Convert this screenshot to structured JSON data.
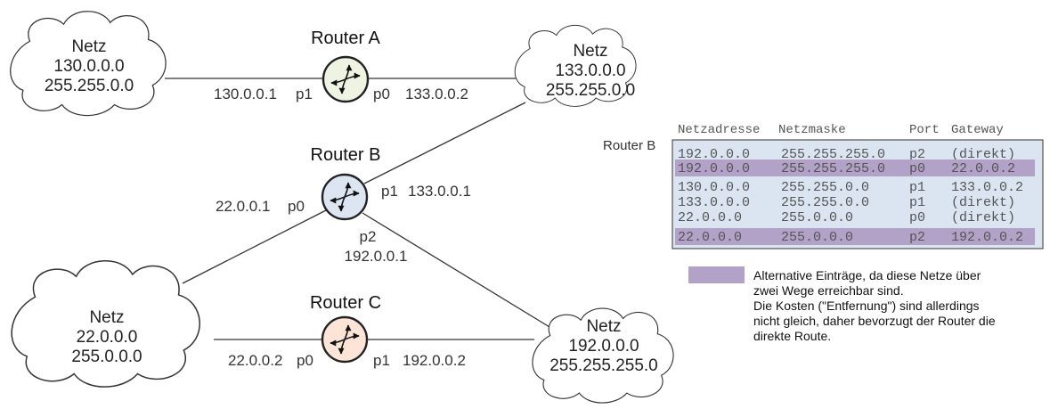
{
  "colors": {
    "highlight": "#b3a2c8",
    "table_bg": "#dbe5f1",
    "router_a": "#eef3e2",
    "router_b": "#dce6f2",
    "router_c": "#fce5d7",
    "line": "#333333"
  },
  "clouds": [
    {
      "id": "net130",
      "title": "Netz",
      "address": "130.0.0.0",
      "mask": "255.255.0.0"
    },
    {
      "id": "net133",
      "title": "Netz",
      "address": "133.0.0.0",
      "mask": "255.255.0.0"
    },
    {
      "id": "net22",
      "title": "Netz",
      "address": "22.0.0.0",
      "mask": "255.0.0.0"
    },
    {
      "id": "net192",
      "title": "Netz",
      "address": "192.0.0.0",
      "mask": "255.255.255.0"
    }
  ],
  "routers": {
    "a": {
      "title": "Router A",
      "icon": "router-icon"
    },
    "b": {
      "title": "Router B",
      "icon": "router-icon"
    },
    "c": {
      "title": "Router C",
      "icon": "router-icon"
    }
  },
  "interfaces": {
    "a_p1": {
      "ip": "130.0.0.1",
      "port": "p1"
    },
    "a_p0": {
      "port": "p0",
      "ip": "133.0.0.2"
    },
    "b_p1": {
      "port": "p1",
      "ip": "133.0.0.1"
    },
    "b_p0": {
      "ip": "22.0.0.1",
      "port": "p0"
    },
    "b_p2": {
      "port": "p2",
      "ip": "192.0.0.1"
    },
    "c_p0": {
      "ip": "22.0.0.2",
      "port": "p0"
    },
    "c_p1": {
      "port": "p1",
      "ip": "192.0.0.2"
    }
  },
  "routing_table": {
    "label": "Router B",
    "headers": [
      "Netzadresse",
      "Netzmaske",
      "Port",
      "Gateway"
    ],
    "rows": [
      {
        "cells": [
          "192.0.0.0",
          "255.255.255.0",
          "p2",
          "(direkt)"
        ],
        "highlight": false
      },
      {
        "cells": [
          "192.0.0.0",
          "255.255.255.0",
          "p0",
          "22.0.0.2"
        ],
        "highlight": true
      },
      {
        "cells": [
          "130.0.0.0",
          "255.255.0.0",
          "p1",
          "133.0.0.2"
        ],
        "highlight": false
      },
      {
        "cells": [
          "133.0.0.0",
          "255.255.0.0",
          "p1",
          "(direkt)"
        ],
        "highlight": false
      },
      {
        "cells": [
          "22.0.0.0",
          "255.0.0.0",
          "p0",
          "(direkt)"
        ],
        "highlight": false
      },
      {
        "cells": [
          "22.0.0.0",
          "255.0.0.0",
          "p2",
          "192.0.0.2"
        ],
        "highlight": true
      }
    ]
  },
  "legend": {
    "lines": [
      "Alternative Einträge, da diese Netze über",
      "zwei Wege erreichbar sind.",
      "Die Kosten (\"Entfernung\") sind allerdings",
      "nicht gleich, daher bevorzugt der Router die",
      "direkte Route."
    ]
  }
}
